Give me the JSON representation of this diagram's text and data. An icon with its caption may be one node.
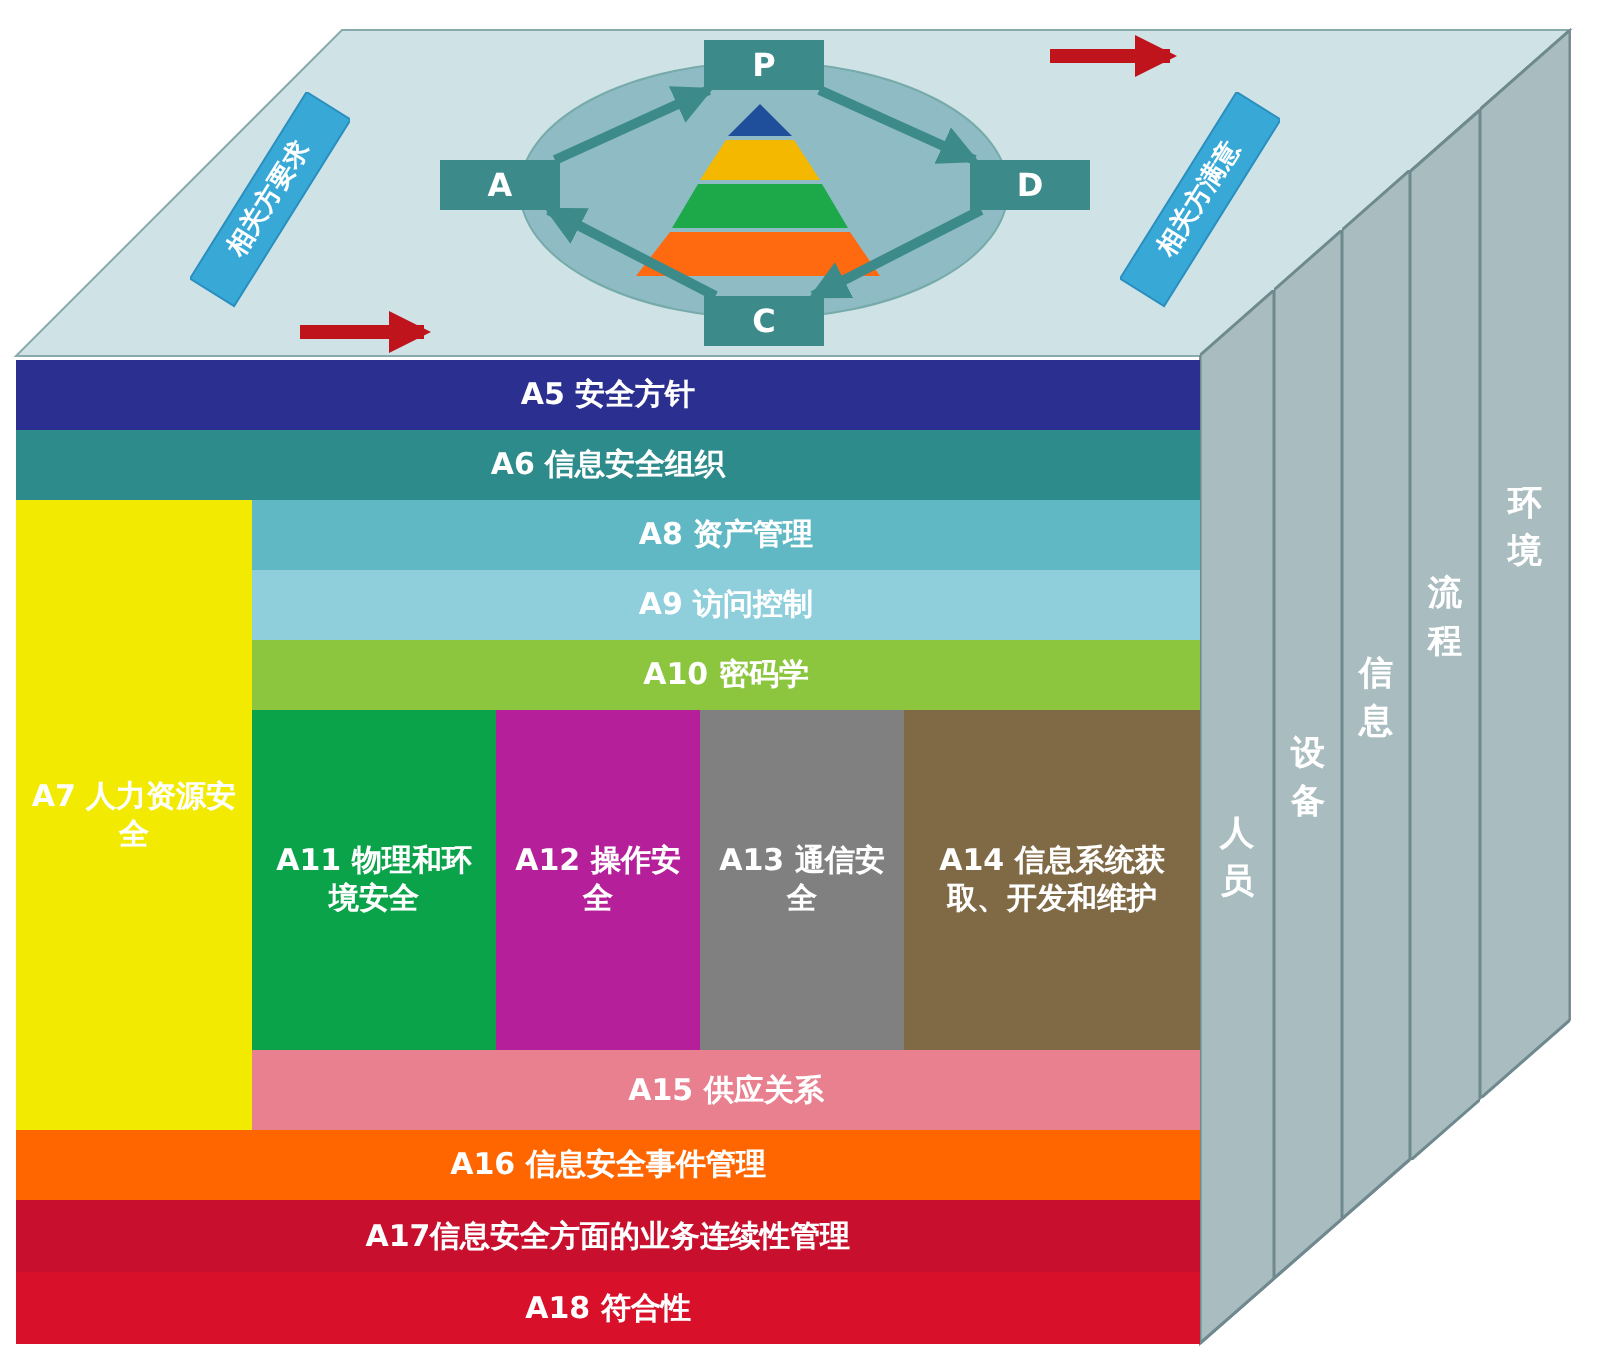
{
  "diagram": {
    "nodes": [
      {
        "text": [
          "相关方要求"
        ]
      },
      {
        "text": [
          "P"
        ]
      },
      {
        "text": [
          "D"
        ]
      },
      {
        "text": [
          "C"
        ]
      },
      {
        "text": [
          "A"
        ]
      },
      {
        "text": [
          "相关方满意"
        ]
      },
      {
        "text": [
          "A5 安全方针"
        ]
      },
      {
        "text": [
          "A6 信息安全组织"
        ]
      },
      {
        "text": [
          "A7 人力资源安全"
        ]
      },
      {
        "text": [
          "A8 资产管理"
        ]
      },
      {
        "text": [
          "A9 访问控制"
        ]
      },
      {
        "text": [
          "A10 密码学"
        ]
      },
      {
        "text": [
          "A11 物理和环境安全"
        ]
      },
      {
        "text": [
          "A12 操作安全"
        ]
      },
      {
        "text": [
          "A13 通信安全"
        ]
      },
      {
        "text": [
          "A14 信息系统获取、开发和维护"
        ]
      },
      {
        "text": [
          "A15 供应关系"
        ]
      },
      {
        "text": [
          "A16 信息安全事件管理"
        ]
      },
      {
        "text": [
          "A17信息安全方面的业务连续性管理"
        ]
      },
      {
        "text": [
          "A18 符合性"
        ]
      },
      {
        "text": [
          "人员"
        ]
      },
      {
        "text": [
          "设备"
        ]
      },
      {
        "text": [
          "信息"
        ]
      },
      {
        "text": [
          "流程"
        ]
      },
      {
        "text": [
          "环境"
        ]
      }
    ],
    "edges": [
      {
        "from": 1,
        "to": 2,
        "arrow": "to"
      },
      {
        "from": 2,
        "to": 3,
        "arrow": "to"
      },
      {
        "from": 3,
        "to": 4,
        "arrow": "to"
      },
      {
        "from": 4,
        "to": 1,
        "arrow": "to"
      }
    ]
  }
}
